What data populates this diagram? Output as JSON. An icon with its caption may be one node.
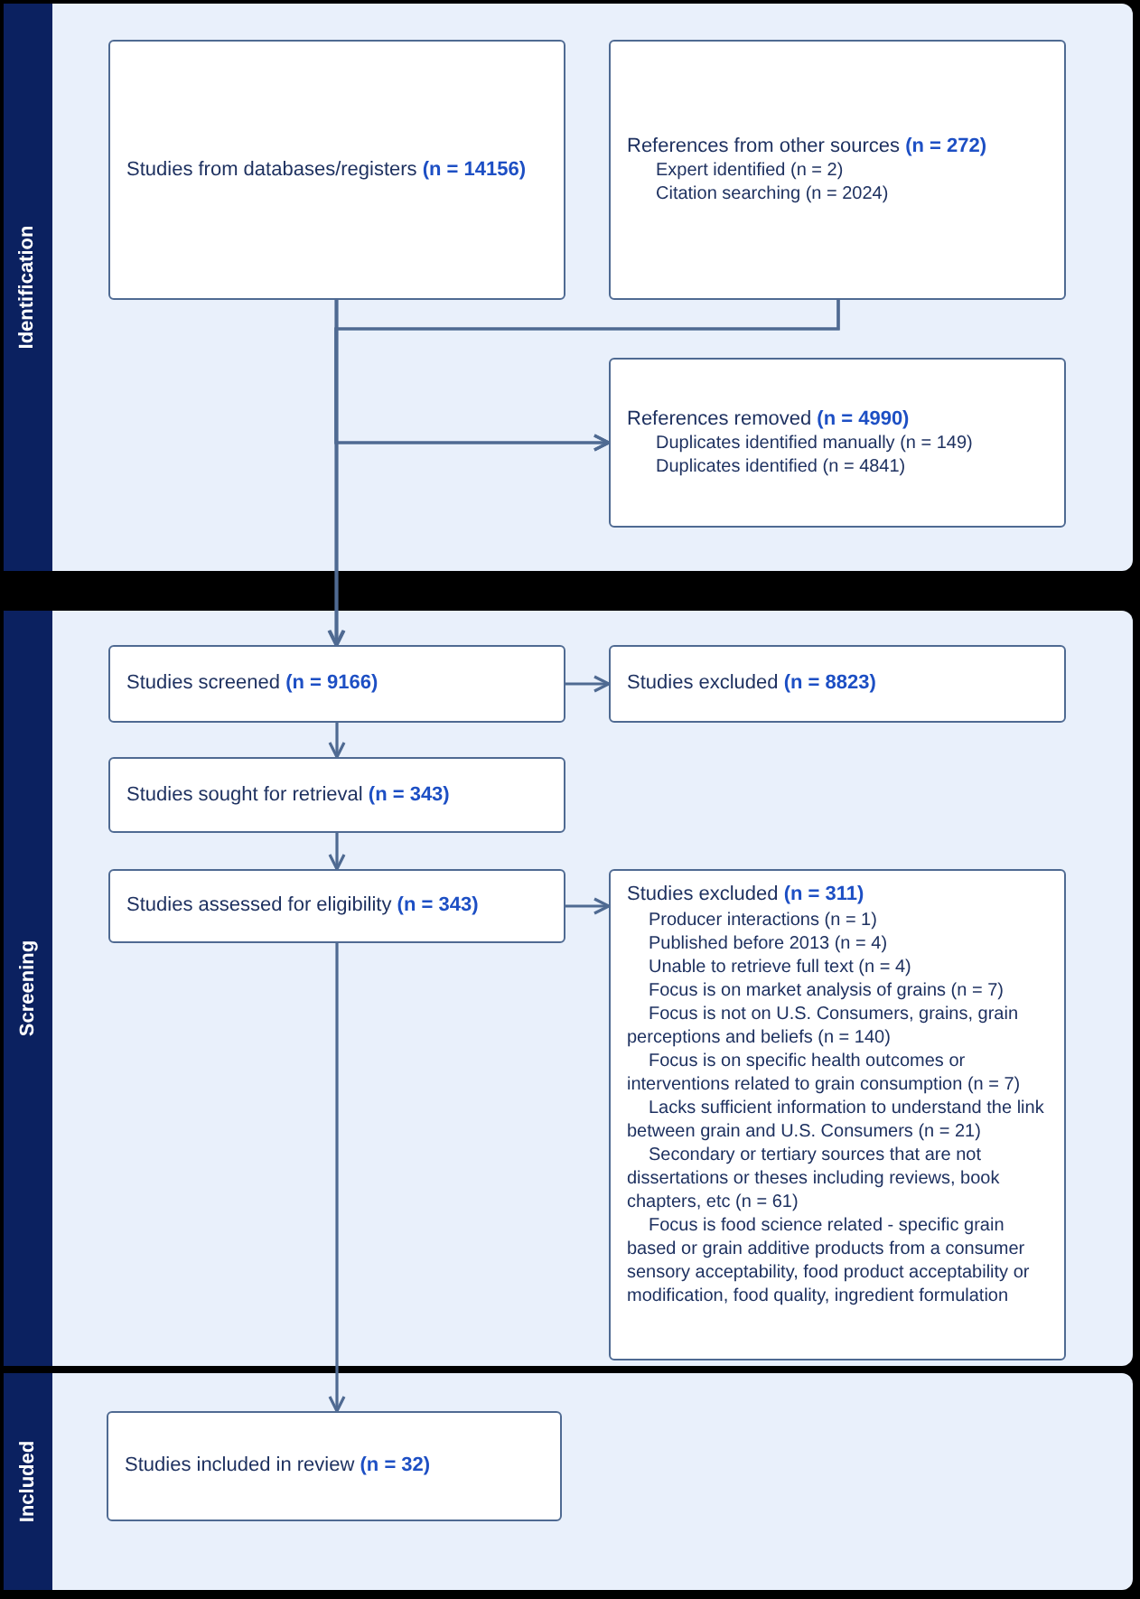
{
  "diagram": {
    "nodes": [
      {
        "text": [
          "Identification"
        ]
      },
      {
        "text": [
          "Studies from databases/registers **(n = 14156)**"
        ],
        "in": 0
      },
      {
        "text": [
          "References from other sources **(n = 272)**",
          "Expert identified (n = 2)",
          "Citation searching (n = 2024)"
        ],
        "in": 0
      },
      {
        "text": [
          "References removed **(n = 4990)**",
          "Duplicates identified manually (n = 149)",
          "Duplicates identified (n = 4841)"
        ],
        "in": 0
      },
      {
        "text": [
          "Screening"
        ]
      },
      {
        "text": [
          "Studies screened **(n = 9166)**"
        ],
        "in": 4
      },
      {
        "text": [
          "Studies excluded **(n = 8823)**"
        ],
        "in": 4
      },
      {
        "text": [
          "Studies sought for retrieval **(n = 343)**"
        ],
        "in": 4
      },
      {
        "text": [
          "Studies assessed for eligibility **(n = 343)**"
        ],
        "in": 4
      },
      {
        "text": [
          "Studies excluded **(n = 311)**",
          "Producer interactions (n = 1)",
          "Published before 2013 (n = 4)",
          "Unable to retrieve full text (n = 4)",
          "Focus is on market analysis of grains (n = 7)",
          "Focus is not on U.S. Consumers, grains, grain perceptions and beliefs (n = 140)",
          "Focus is on specific health outcomes or interventions related to grain consumption (n = 7)",
          "Lacks sufficient information to understand the link between grain and U.S. Consumers (n = 21)",
          "Secondary or tertiary sources that are not dissertations or theses including reviews, book chapters, etc (n = 61)",
          "Focus is food science related - specific grain based or grain additive products from a consumer sensory acceptability, food product acceptability or modification, food quality, ingredient formulation"
        ],
        "in": 4
      },
      {
        "text": [
          "Included"
        ]
      },
      {
        "text": [
          "Studies included in review **(n = 32)**"
        ],
        "in": 10
      }
    ],
    "edges": [
      {
        "from": 1,
        "to": 3,
        "arrow": "to"
      },
      {
        "from": 2,
        "to": 3,
        "arrow": "to"
      },
      {
        "from": 1,
        "to": 5,
        "arrow": "to"
      },
      {
        "from": 2,
        "to": 5,
        "arrow": "to"
      },
      {
        "from": 5,
        "to": 6,
        "arrow": "to"
      },
      {
        "from": 5,
        "to": 7,
        "arrow": "to"
      },
      {
        "from": 7,
        "to": 8,
        "arrow": "to"
      },
      {
        "from": 8,
        "to": 9,
        "arrow": "to"
      },
      {
        "from": 8,
        "to": 11,
        "arrow": "to"
      }
    ]
  }
}
